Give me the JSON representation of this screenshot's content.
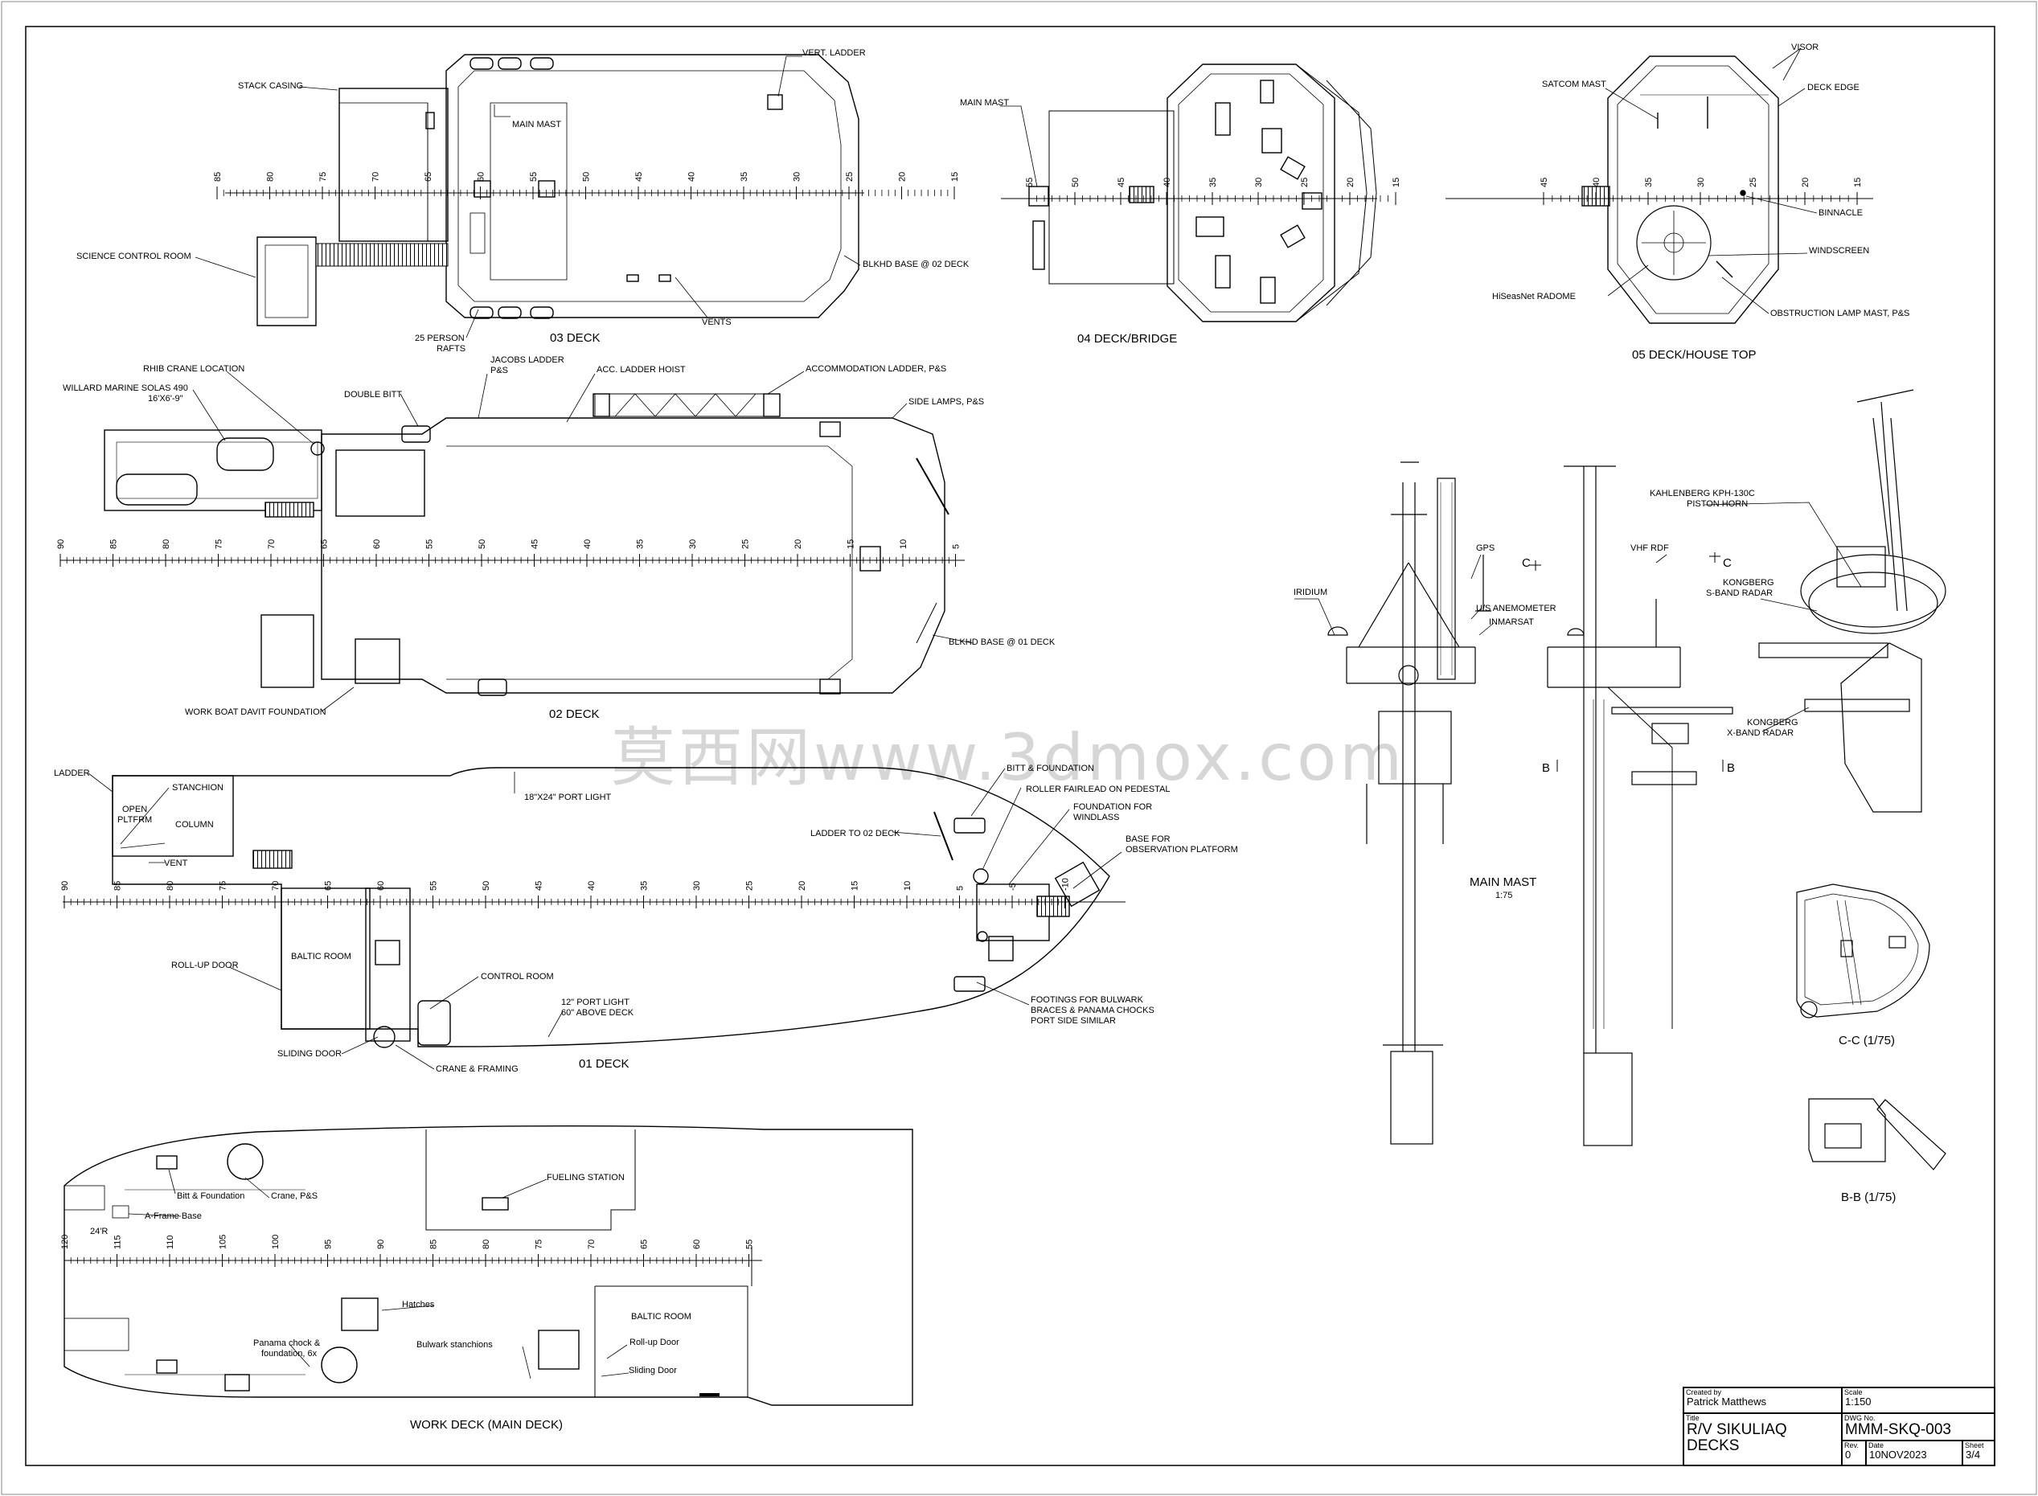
{
  "watermark": "莫西网www.3dmox.com",
  "views": {
    "deck03": {
      "title": "03 DECK",
      "labels": {
        "stack_casing": "STACK CASING",
        "main_mast": "MAIN MAST",
        "vert_ladder": "VERT. LADDER",
        "science_control_room": "SCIENCE CONTROL ROOM",
        "blkhd_base": "BLKHD BASE @ 02 DECK",
        "vents": "VENTS",
        "rafts_1": "25 PERSON",
        "rafts_2": "RAFTS"
      },
      "ticks": [
        "85",
        "80",
        "75",
        "70",
        "65",
        "60",
        "55",
        "50",
        "45",
        "40",
        "35",
        "30",
        "25",
        "20",
        "15"
      ]
    },
    "deck04": {
      "title": "04 DECK/BRIDGE",
      "labels": {
        "main_mast": "MAIN MAST"
      },
      "ticks": [
        "55",
        "50",
        "45",
        "40",
        "35",
        "30",
        "25",
        "20",
        "15"
      ]
    },
    "deck05": {
      "title": "05 DECK/HOUSE TOP",
      "labels": {
        "satcom_mast": "SATCOM MAST",
        "visor": "VISOR",
        "deck_edge": "DECK EDGE",
        "binnacle": "BINNACLE",
        "windscreen": "WINDSCREEN",
        "hiseasnet": "HiSeasNet RADOME",
        "obstruction": "OBSTRUCTION LAMP MAST, P&S"
      },
      "ticks": [
        "45",
        "40",
        "35",
        "30",
        "25",
        "20",
        "15"
      ]
    },
    "deck02": {
      "title": "02 DECK",
      "labels": {
        "rhib_crane": "RHIB CRANE LOCATION",
        "willard_1": "WILLARD MARINE SOLAS 490",
        "willard_2": "16'X6'-9\"",
        "double_bitt": "DOUBLE BITT",
        "jacobs_1": "JACOBS LADDER",
        "jacobs_2": "P&S",
        "acc_hoist": "ACC. LADDER HOIST",
        "accommodation": "ACCOMMODATION LADDER, P&S",
        "side_lamps": "SIDE LAMPS, P&S",
        "blkhd_base": "BLKHD BASE @ 01 DECK",
        "work_boat": "WORK BOAT DAVIT FOUNDATION"
      },
      "ticks": [
        "90",
        "85",
        "80",
        "75",
        "70",
        "65",
        "60",
        "55",
        "50",
        "45",
        "40",
        "35",
        "30",
        "25",
        "20",
        "15",
        "10",
        "5"
      ]
    },
    "deck01": {
      "title": "01 DECK",
      "labels": {
        "ladder": "LADDER",
        "stanchion": "STANCHION",
        "open_1": "OPEN",
        "open_2": "PLTFRM",
        "column": "COLUMN",
        "vent": "VENT",
        "port_light_18": "18\"X24\" PORT LIGHT",
        "bitt": "BITT & FOUNDATION",
        "roller": "ROLLER FAIRLEAD ON PEDESTAL",
        "windlass_1": "FOUNDATION FOR",
        "windlass_2": "WINDLASS",
        "ladder_02": "LADDER TO 02 DECK",
        "obs_1": "BASE FOR",
        "obs_2": "OBSERVATION PLATFORM",
        "rollup": "ROLL-UP DOOR",
        "baltic": "BALTIC ROOM",
        "control": "CONTROL ROOM",
        "port_light_12_1": "12\" PORT LIGHT",
        "port_light_12_2": "60\" ABOVE DECK",
        "footings_1": "FOOTINGS FOR BULWARK",
        "footings_2": "BRACES & PANAMA CHOCKS",
        "footings_3": "PORT SIDE SIMILAR",
        "sliding": "SLIDING DOOR",
        "crane": "CRANE & FRAMING"
      },
      "ticks": [
        "90",
        "85",
        "80",
        "75",
        "70",
        "65",
        "60",
        "55",
        "50",
        "45",
        "40",
        "35",
        "30",
        "25",
        "20",
        "15",
        "10",
        "5",
        "-5",
        "-10"
      ]
    },
    "work_deck": {
      "title": "WORK DECK (MAIN DECK)",
      "labels": {
        "bitt": "Bitt & Foundation",
        "crane": "Crane, P&S",
        "aframe": "A-Frame Base",
        "radius": "24'R",
        "fueling": "FUELING STATION",
        "hatches": "Hatches",
        "baltic": "BALTIC ROOM",
        "panama_1": "Panama chock &",
        "panama_2": "foundation, 6x",
        "bulwark": "Bulwark stanchions",
        "rollup": "Roll-up Door",
        "sliding": "Sliding Door"
      },
      "ticks": [
        "120",
        "115",
        "110",
        "105",
        "100",
        "95",
        "90",
        "85",
        "80",
        "75",
        "70",
        "65",
        "60",
        "55"
      ]
    },
    "main_mast": {
      "title": "MAIN MAST",
      "scale": "1:75",
      "labels": {
        "iridium": "IRIDIUM",
        "gps": "GPS",
        "anemometer": "U/S ANEMOMETER",
        "inmarsat": "INMARSAT",
        "vhf": "VHF RDF",
        "c_left": "C",
        "c_right": "C",
        "b_left": "B",
        "b_right": "B",
        "kahlenberg_1": "KAHLENBERG KPH-130C",
        "kahlenberg_2": "PISTON HORN",
        "s_band_1": "KONGBERG",
        "s_band_2": "S-BAND RADAR",
        "x_band_1": "KONGBERG",
        "x_band_2": "X-BAND RADAR"
      }
    },
    "section_cc": {
      "title": "C-C (1/75)"
    },
    "section_bb": {
      "title": "B-B (1/75)"
    }
  },
  "title_block": {
    "created_by_caption": "Created by",
    "created_by": "Patrick Matthews",
    "scale_caption": "Scale",
    "scale": "1:150",
    "title_caption": "Title",
    "title_1": "R/V SIKULIAQ",
    "title_2": "DECKS",
    "dwg_caption": "DWG No.",
    "dwg_no": "MMM-SKQ-003",
    "rev_caption": "Rev.",
    "rev": "0",
    "date_caption": "Date",
    "date": "10NOV2023",
    "sheet_caption": "Sheet",
    "sheet": "3/4"
  }
}
